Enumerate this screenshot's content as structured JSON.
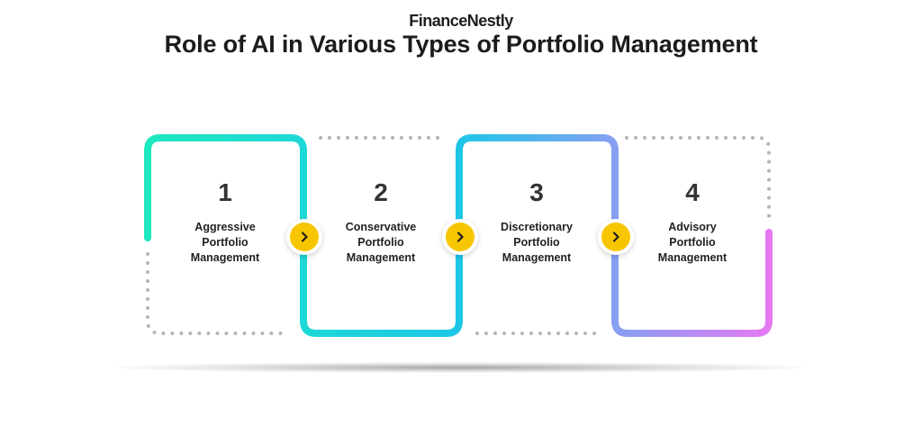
{
  "brand": "FinanceNestly",
  "title": "Role of AI in Various Types of Portfolio Management",
  "steps": [
    {
      "number": "1",
      "label": "Aggressive\nPortfolio\nManagement"
    },
    {
      "number": "2",
      "label": "Conservative\nPortfolio\nManagement"
    },
    {
      "number": "3",
      "label": "Discretionary\nPortfolio\nManagement"
    },
    {
      "number": "4",
      "label": "Advisory\nPortfolio\nManagement"
    }
  ],
  "arrow_icon": "chevron-right-icon",
  "colors": {
    "teal": "#1ee3c0",
    "cyan": "#1ec8e3",
    "periwinkle": "#8a9cf2",
    "violet": "#e37cf3",
    "arrow": "#f7c600",
    "dots": "#b5b5b5"
  }
}
